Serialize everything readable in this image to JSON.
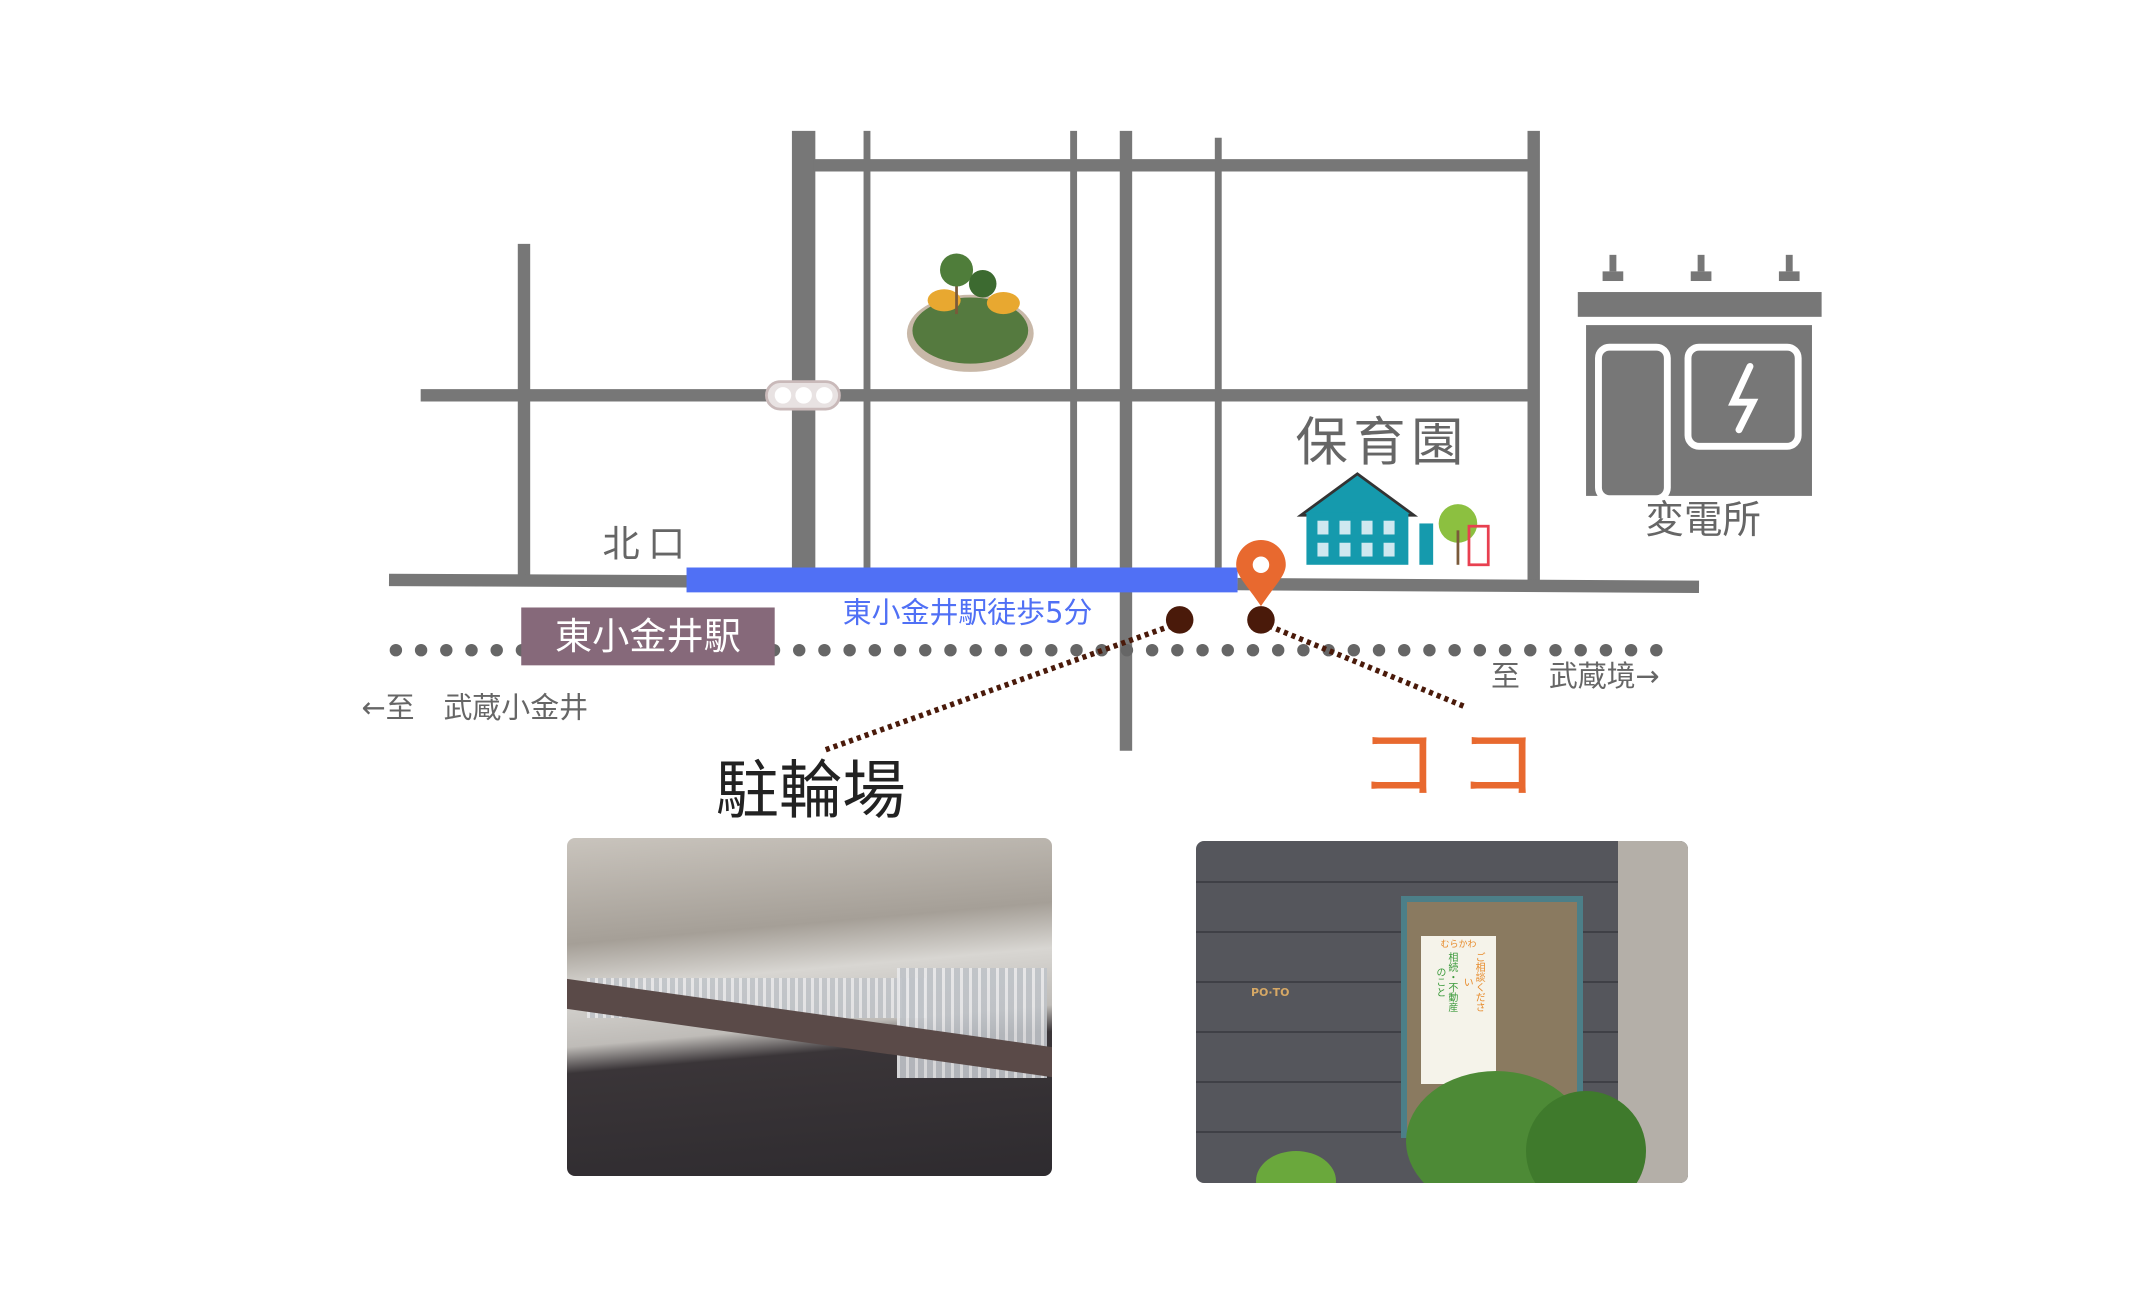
{
  "map": {
    "station_name": "東小金井駅",
    "exit_label": "北口",
    "walk_label": "東小金井駅徒歩5分",
    "to_west": "←至　武蔵小金井",
    "to_east": "至　武蔵境→",
    "nursery_label": "保育園",
    "substation_label": "変電所",
    "bicycle_parking_label": "駐輪場",
    "here_label": "ココ"
  },
  "photos": {
    "right_logo": "PO·TO",
    "right_banner_title": "むらかわ",
    "right_banner_line1": "相続・不動産のこと",
    "right_banner_line2": "ご相談ください"
  },
  "colors": {
    "road": "#777777",
    "route": "#5070f5",
    "station": "#86697a",
    "here": "#e8692f",
    "marker": "#4a1a0a"
  }
}
